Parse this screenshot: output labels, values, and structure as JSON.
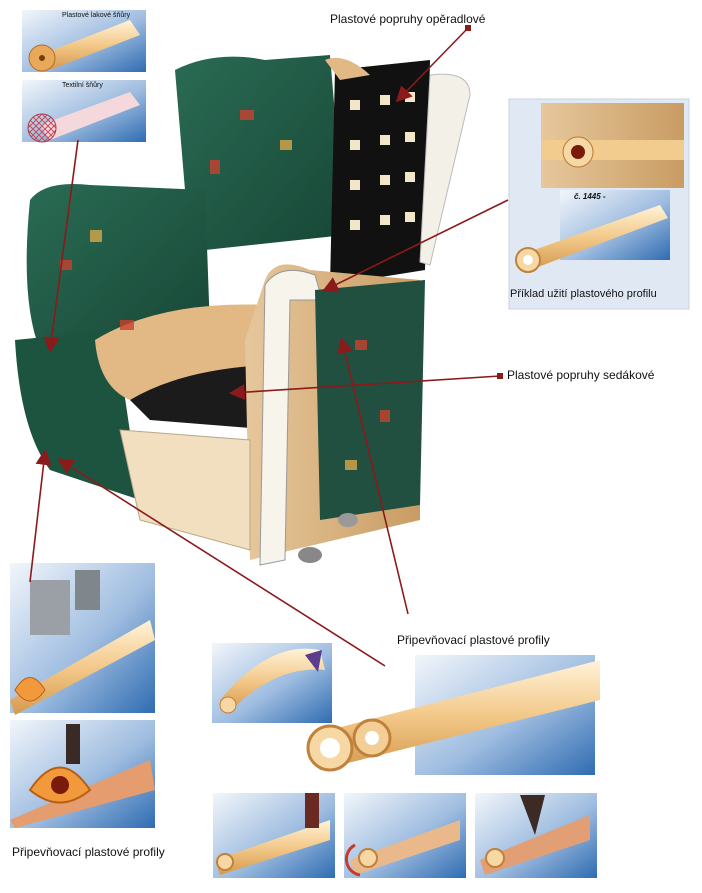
{
  "labels": {
    "backrest_straps": "Plastové popruhy opěradlové",
    "seat_straps": "Plastové popruhy sedákové",
    "example_use": "Příklad užití plastového profilu",
    "fastening_profiles_right": "Připevňovací plastové profily",
    "fastening_profiles_left": "Připevňovací plastové profily",
    "profile_number": "č. 1445 -",
    "swatch_top": "Plastové lakové šňůry",
    "swatch_second": "Textilní šňůry"
  },
  "colors": {
    "arrow": "#8b1a1a",
    "upholstery": "#1f5a45",
    "plastic_profile": "#f3c98a",
    "panel_blue": "#3d77b8"
  }
}
